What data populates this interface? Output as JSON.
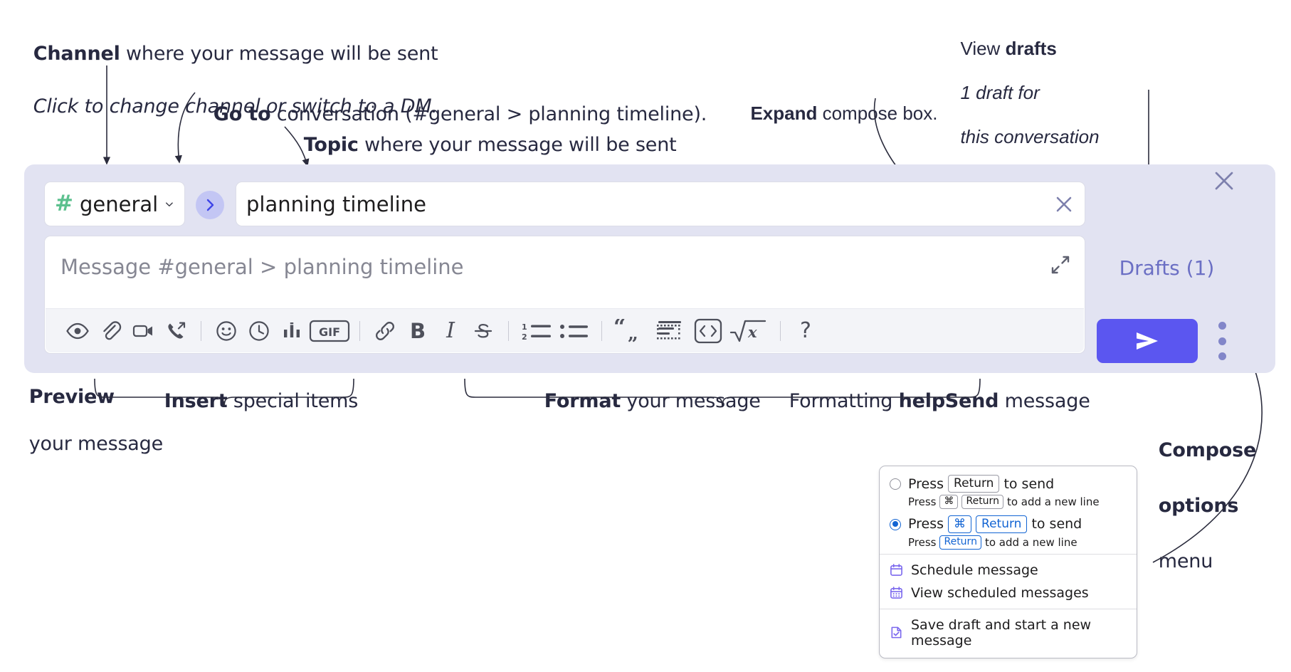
{
  "annotations": {
    "channel": {
      "line1_bold": "Channel",
      "line1_rest": " where your message will be sent",
      "line2_italic": "Click to change channel or switch to a DM."
    },
    "goto": {
      "bold": "Go to",
      "rest": " conversation (#general > planning timeline)."
    },
    "topic": {
      "bold": "Topic",
      "rest": " where your message will be sent"
    },
    "expand": {
      "bold": "Expand",
      "rest": " compose box."
    },
    "drafts": {
      "line1_plain": "View ",
      "line1_bold": "drafts",
      "line2_italic": "1 draft for",
      "line3_italic": "this conversation"
    },
    "preview": {
      "bold": "Preview",
      "line2": "your message"
    },
    "insert": {
      "bold": "Insert",
      "rest": " special items"
    },
    "format": {
      "bold": "Format",
      "rest": " your message"
    },
    "help": {
      "plain": "Formatting ",
      "bold": "help"
    },
    "send": {
      "bold": "Send",
      "rest": " message"
    },
    "compose_options": {
      "line1_bold": "Compose",
      "line2_bold": "options",
      "line3": "menu"
    }
  },
  "compose": {
    "channel_name": "general",
    "channel_hash": "#",
    "topic_value": "planning timeline",
    "message_placeholder": "Message #general > planning timeline",
    "goto_icon": "chevron-right-icon",
    "expand_icon": "expand-diagonal-icon",
    "clear_icon": "close-x-icon",
    "toolbar": [
      {
        "name": "preview-icon",
        "label": "Preview"
      },
      {
        "name": "attachment-icon",
        "label": "Attach file"
      },
      {
        "name": "video-clip-icon",
        "label": "Record video clip"
      },
      {
        "name": "audio-clip-icon",
        "label": "Record audio clip"
      },
      {
        "name": "separator",
        "label": ""
      },
      {
        "name": "emoji-icon",
        "label": "Emoji"
      },
      {
        "name": "clock-icon",
        "label": "Reminder"
      },
      {
        "name": "poll-icon",
        "label": "Poll"
      },
      {
        "name": "gif-icon",
        "label": "GIF"
      },
      {
        "name": "separator",
        "label": ""
      },
      {
        "name": "link-icon",
        "label": "Link"
      },
      {
        "name": "bold-icon",
        "label": "B"
      },
      {
        "name": "italic-icon",
        "label": "I"
      },
      {
        "name": "strikethrough-icon",
        "label": "S"
      },
      {
        "name": "separator",
        "label": ""
      },
      {
        "name": "ordered-list-icon",
        "label": "Ordered list"
      },
      {
        "name": "bulleted-list-icon",
        "label": "Bulleted list"
      },
      {
        "name": "separator",
        "label": ""
      },
      {
        "name": "blockquote-icon",
        "label": "Blockquote"
      },
      {
        "name": "code-block-icon",
        "label": "Code block"
      },
      {
        "name": "code-inline-icon",
        "label": "Code"
      },
      {
        "name": "math-icon",
        "label": "Math"
      },
      {
        "name": "separator",
        "label": ""
      },
      {
        "name": "help-icon",
        "label": "?"
      }
    ],
    "gif_label": "GIF",
    "bold_label": "B",
    "italic_label": "I",
    "strike_label": "S",
    "help_label": "?"
  },
  "panel": {
    "drafts_label": "Drafts (1)",
    "close_icon": "close-x-icon",
    "send_icon": "send-paper-plane-icon",
    "kebab_icon": "vertical-dots-icon"
  },
  "menu": {
    "option1": {
      "press": "Press",
      "key": "Return",
      "tail": "to send",
      "sub_press": "Press",
      "sub_key1": "⌘",
      "sub_key2": "Return",
      "sub_tail": "to add a new line",
      "selected": false
    },
    "option2": {
      "press": "Press",
      "key1": "⌘",
      "key2": "Return",
      "tail": "to send",
      "sub_press": "Press",
      "sub_key": "Return",
      "sub_tail": "to add a new line",
      "selected": true
    },
    "items": [
      {
        "label": "Schedule message",
        "icon": "calendar-icon"
      },
      {
        "label": "View scheduled messages",
        "icon": "calendar-grid-icon"
      },
      {
        "label": "Save draft and start a new message",
        "icon": "document-check-icon"
      }
    ]
  },
  "colors": {
    "compose_bg": "#e2e3f2",
    "accent_blue": "#5b56f0",
    "hash_green": "#5cc08e",
    "drafts_purple": "#6b6fc4",
    "toolbar_bg": "#f3f4f8",
    "text_dark": "#272940",
    "menu_blue": "#1264d3",
    "menu_icon_purple": "#7b68ee"
  }
}
